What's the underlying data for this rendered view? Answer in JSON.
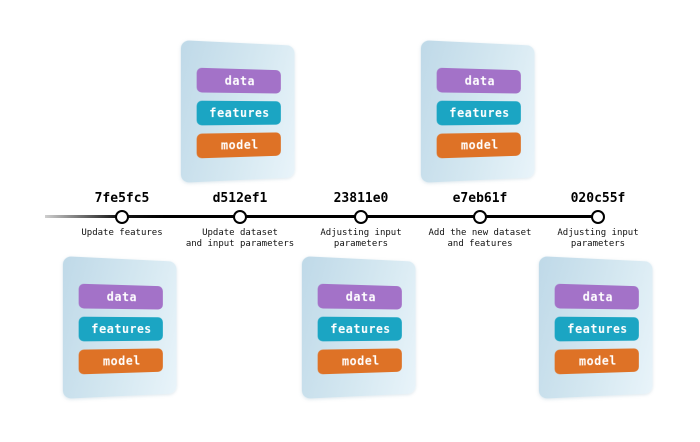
{
  "palette": {
    "pill_purple": "#a372c8",
    "pill_teal": "#1ba5c3",
    "pill_orange": "#de7226",
    "card_gradient_from": "#bfd9e8",
    "card_gradient_to": "#e9f4fa",
    "timeline_line": "#000000",
    "node_fill": "#ffffff",
    "node_stroke": "#000000"
  },
  "timeline": {
    "nodes": [
      {
        "hash": "7fe5fc5",
        "description": "Update features",
        "card_position": "below"
      },
      {
        "hash": "d512ef1",
        "description": "Update dataset\nand input parameters",
        "card_position": "above"
      },
      {
        "hash": "23811e0",
        "description": "Adjusting input\nparameters",
        "card_position": "below"
      },
      {
        "hash": "e7eb61f",
        "description": "Add the new dataset\nand features",
        "card_position": "above"
      },
      {
        "hash": "020c55f",
        "description": "Adjusting input\nparameters",
        "card_position": "below"
      }
    ]
  },
  "card": {
    "layers": [
      {
        "label": "data",
        "color": "#a372c8"
      },
      {
        "label": "features",
        "color": "#1ba5c3"
      },
      {
        "label": "model",
        "color": "#de7226"
      }
    ]
  }
}
